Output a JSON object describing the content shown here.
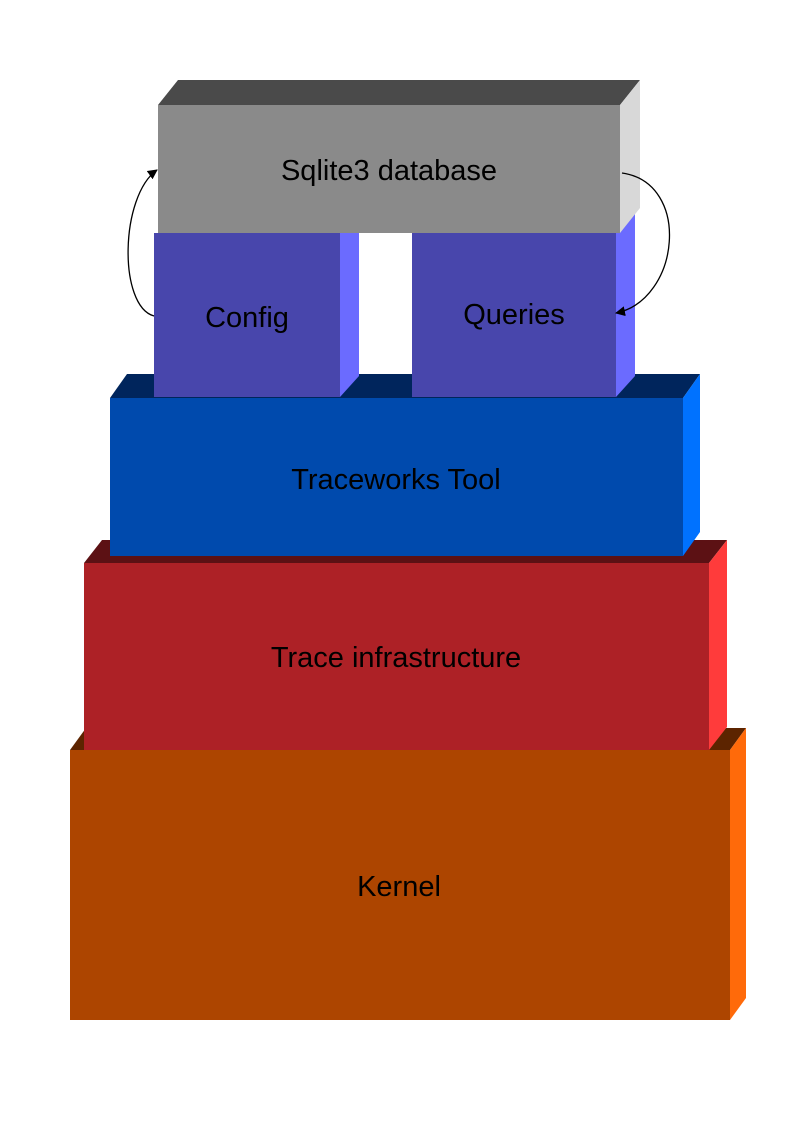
{
  "diagram": {
    "blocks": {
      "sqlite": {
        "label": "Sqlite3 database",
        "colors": {
          "front": "#8a8a8a",
          "top": "#4a4a4a",
          "side": "#d8d8d8"
        }
      },
      "config": {
        "label": "Config",
        "colors": {
          "front": "#4846ac",
          "top": "#262460",
          "side": "#6b6bff"
        }
      },
      "queries": {
        "label": "Queries",
        "colors": {
          "front": "#4846ac",
          "top": "#262460",
          "side": "#6b6bff"
        }
      },
      "traceworks": {
        "label": "Traceworks Tool",
        "colors": {
          "front": "#004aad",
          "top": "#00255c",
          "side": "#0072ff"
        }
      },
      "trace_infra": {
        "label": "Trace infrastructure",
        "colors": {
          "front": "#ad2126",
          "top": "#5c1114",
          "side": "#ff3b3b"
        }
      },
      "kernel": {
        "label": "Kernel",
        "colors": {
          "front": "#ad4500",
          "top": "#5c2400",
          "side": "#ff6a0a"
        }
      }
    },
    "connectors": [
      {
        "from": "config",
        "to": "sqlite"
      },
      {
        "from": "sqlite",
        "to": "queries"
      }
    ]
  }
}
